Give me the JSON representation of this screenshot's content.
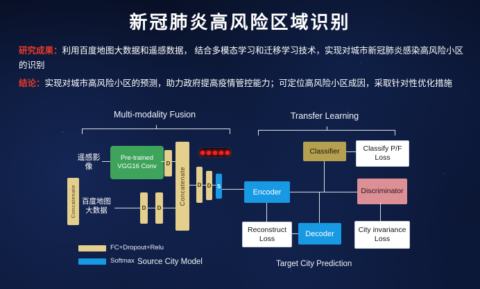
{
  "title": "新冠肺炎高风险区域识别",
  "summary": {
    "result_label": "研究成果：",
    "result_text": "利用百度地图大数据和遥感数据， 结合多模态学习和迁移学习技术，实现对城市新冠肺炎感染高风险小区的识别",
    "conclusion_label": "结论：",
    "conclusion_text": "实现对城市高风险小区的预测，助力政府提高疫情管控能力；可定位高风险小区成因，采取针对性优化措施"
  },
  "diagram": {
    "groups": {
      "fusion": "Multi-modality Fusion",
      "transfer": "Transfer Learning"
    },
    "inputs": {
      "remote_sensing": "遥感影像",
      "baidu_map": "百度地图大数据"
    },
    "nodes": {
      "vgg": "Pre-trained VGG16 Conv",
      "concat_left": "Concatenate",
      "concat_main": "Concatenate",
      "d": "D",
      "s": "S",
      "encoder": "Encoder",
      "classifier": "Classifier",
      "classify_loss": "Classify P/F Loss",
      "discriminator": "Discriminator",
      "reconstruct_loss": "Reconstruct Loss",
      "decoder": "Decoder",
      "invariance_loss": "City invariance Loss"
    },
    "legend": [
      {
        "label": "FC+Dropout+Relu",
        "color": "#e4cf8d"
      },
      {
        "label": "Softmax",
        "color": "#1899e4"
      }
    ],
    "captions": {
      "source": "Source City Model",
      "target": "Target City Prediction"
    }
  },
  "colors": {
    "background": "#0a142f",
    "accent_red": "#e8392b",
    "green_box": "#3fa45b",
    "tan_bar": "#e4cf8d",
    "khaki_box": "#b4a04f",
    "blue_box": "#1899e4",
    "pink_box": "#dd8f96",
    "white_box": "#ffffff",
    "dot_red": "#ff2020"
  }
}
